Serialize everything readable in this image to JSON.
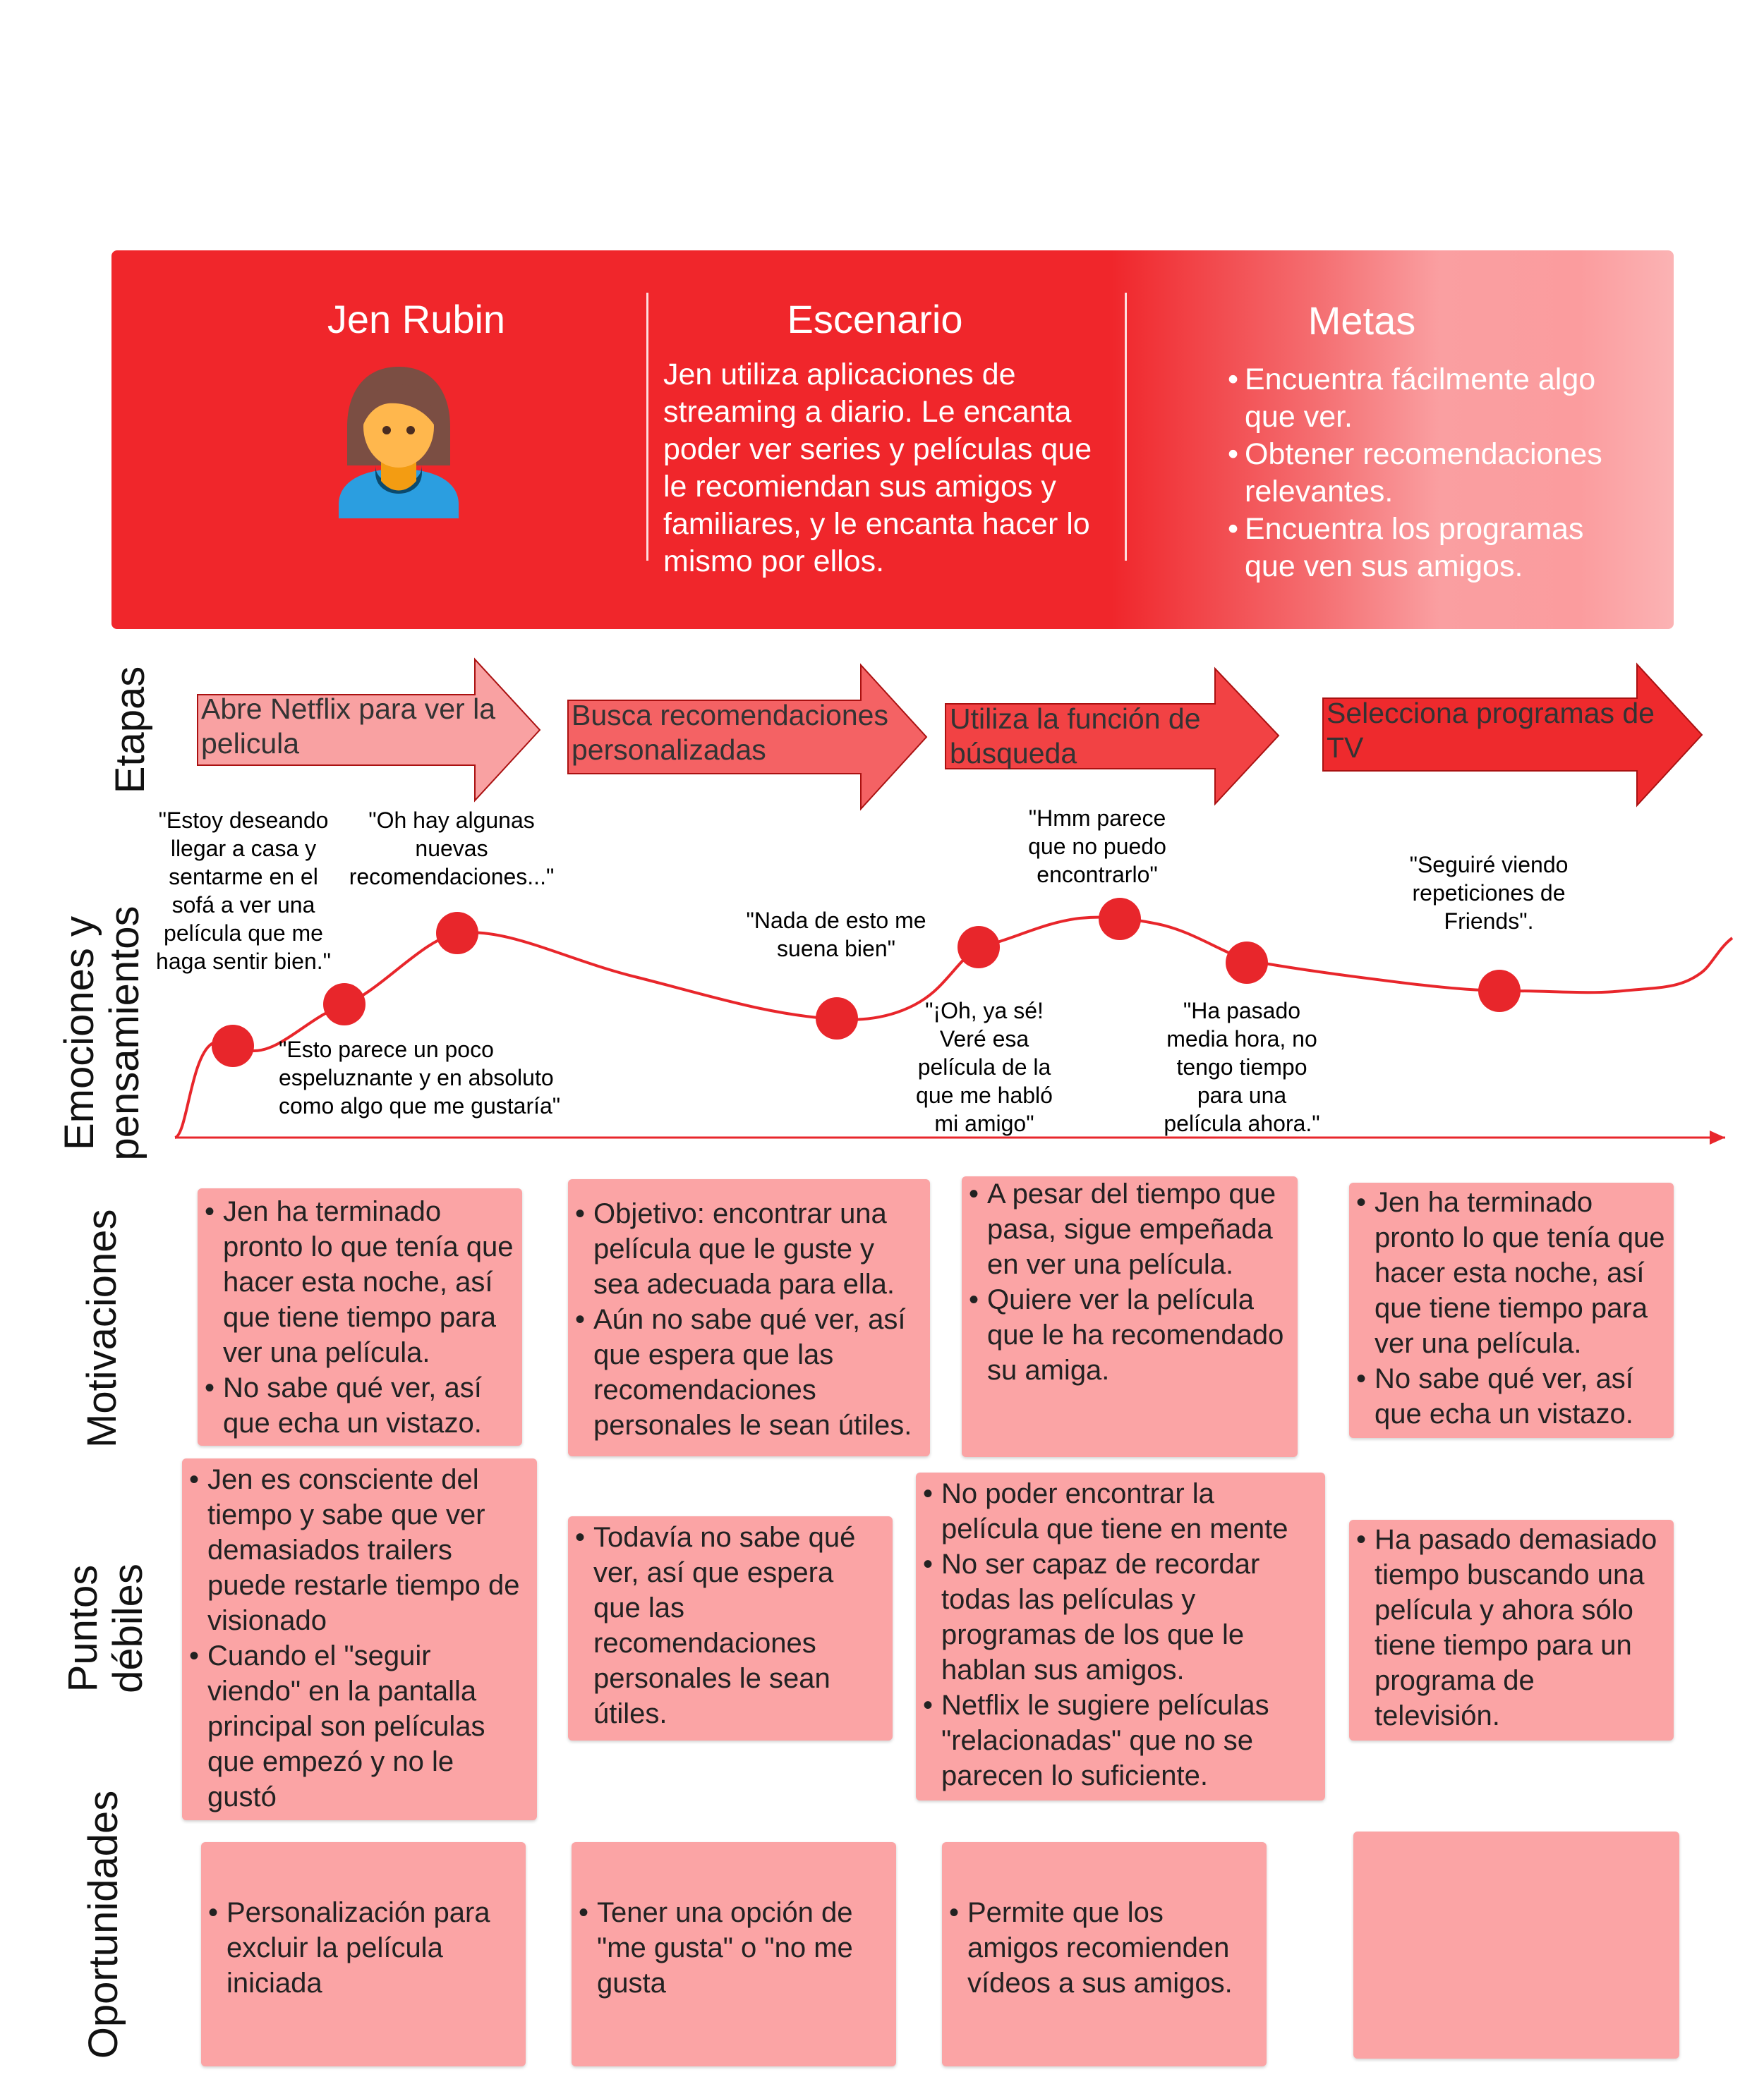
{
  "persona": {
    "name": "Jen Rubin",
    "avatar_icon": "woman-avatar-icon"
  },
  "scenario": {
    "title": "Escenario",
    "text": "Jen utiliza aplicaciones de streaming a diario. Le encanta poder ver series y películas que le recomiendan sus amigos y familiares, y le encanta hacer lo mismo por ellos."
  },
  "goals": {
    "title": "Metas",
    "items": [
      "Encuentra fácilmente algo que ver.",
      "Obtener recomendaciones relevantes.",
      "Encuentra los programas que ven sus amigos."
    ]
  },
  "row_labels": {
    "stages": "Etapas",
    "emotions_line1": "Emociones y",
    "emotions_line2": "pensamientos",
    "motivations": "Motivaciones",
    "pain_line1": "Puntos",
    "pain_line2": "débiles",
    "opportunities": "Oportunidades"
  },
  "stages": [
    {
      "label": "Abre Netflix para ver la pelicula",
      "color": "#f9a1a2"
    },
    {
      "label": "Busca recomendaciones personalizadas",
      "color": "#f46264"
    },
    {
      "label": "Utiliza la función de búsqueda",
      "color": "#f24244"
    },
    {
      "label": "Selecciona programas de TV",
      "color": "#ee2a2d"
    }
  ],
  "emotions": {
    "line_color": "#e8262b",
    "points": [
      {
        "quote": "\"Estoy deseando llegar a casa y sentarme en el sofá a ver una película que me haga sentir bien.\""
      },
      {
        "quote": "\"Esto parece un poco espeluznante y en absoluto como algo que me gustaría\""
      },
      {
        "quote": "\"Oh hay algunas nuevas recomendaciones...\""
      },
      {
        "quote": "\"Nada de esto me suena bien\""
      },
      {
        "quote": "\"¡Oh, ya sé! Veré esa película de la que me habló mi amigo\""
      },
      {
        "quote": "\"Hmm parece que no puedo encontrarlo\""
      },
      {
        "quote": "\"Ha pasado media hora, no tengo tiempo para una película ahora.\""
      },
      {
        "quote": "\"Seguiré viendo repeticiones de Friends\"."
      }
    ]
  },
  "motivations": [
    [
      "Jen ha terminado pronto lo que tenía que hacer esta noche, así que tiene tiempo para ver una película.",
      "No sabe qué ver, así que echa un vistazo."
    ],
    [
      "Objetivo: encontrar una película que le guste y sea adecuada para ella.",
      "Aún no sabe qué ver, así que espera que las recomendaciones personales le sean útiles."
    ],
    [
      "A pesar del tiempo que pasa, sigue empeñada en ver una película.",
      "Quiere ver la película que le ha recomendado su amiga."
    ],
    [
      "Jen ha terminado pronto lo que tenía que hacer esta noche, así que tiene tiempo para ver una película.",
      "No sabe qué ver, así que echa un vistazo."
    ]
  ],
  "pain_points": [
    [
      "Jen es consciente del tiempo y sabe que ver demasiados trailers puede restarle tiempo de visionado",
      "Cuando el \"seguir viendo\" en la pantalla principal son películas que empezó y no le gustó"
    ],
    [
      "Todavía no sabe qué ver, así que espera que las recomendaciones personales le sean útiles."
    ],
    [
      "No poder encontrar la película que tiene en mente",
      "No ser capaz de recordar todas las películas y programas de los que le hablan sus amigos.",
      "Netflix le sugiere películas \"relacionadas\" que no se parecen lo suficiente."
    ],
    [
      "Ha pasado demasiado tiempo buscando una película y ahora sólo tiene tiempo para un programa de televisión."
    ]
  ],
  "opportunities": [
    [
      "Personalización para excluir la película iniciada"
    ],
    [
      "Tener una opción de \"me gusta\" o \"no me gusta"
    ],
    [
      "Permite que los amigos recomienden vídeos a sus amigos."
    ],
    []
  ],
  "colors": {
    "header_red": "#f0262b",
    "card_pink": "#fba4a5"
  }
}
